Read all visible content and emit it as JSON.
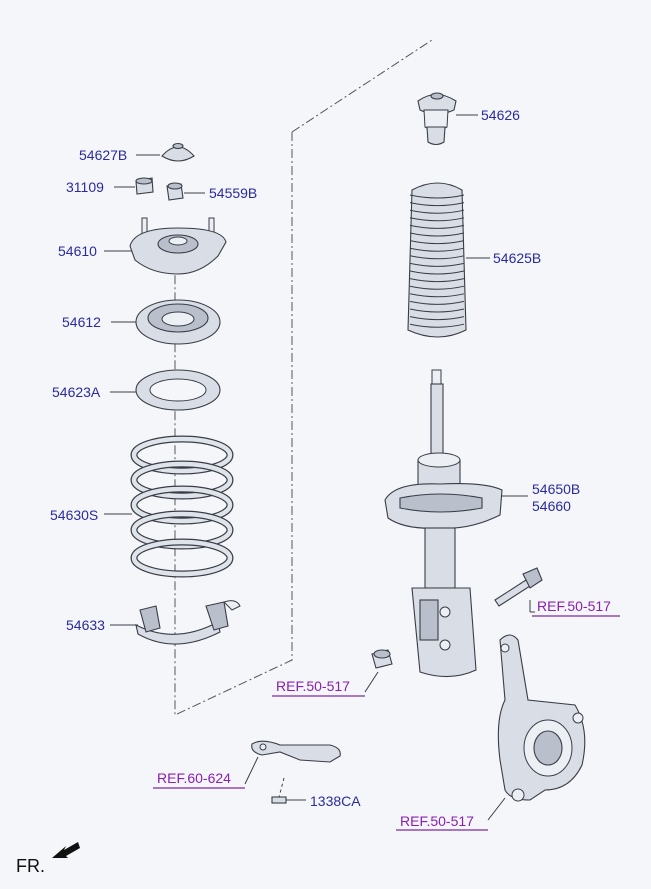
{
  "parts": {
    "p54626": "54626",
    "p54627B": "54627B",
    "p31109": "31109",
    "p54559B": "54559B",
    "p54610": "54610",
    "p54625B": "54625B",
    "p54612": "54612",
    "p54623A": "54623A",
    "p54650B": "54650B",
    "p54660": "54660",
    "p54630S": "54630S",
    "p54633": "54633",
    "p1338CA": "1338CA"
  },
  "refs": {
    "ref_bolt": "REF.50-517",
    "ref_nut": "REF.50-517",
    "ref_bracket": "REF.60-624",
    "ref_knuckle": "REF.50-517"
  },
  "direction_label": "FR.",
  "colors": {
    "part_number": "#2b2aa0",
    "reference": "#8a1fb3",
    "background": "#f4f6f9"
  }
}
